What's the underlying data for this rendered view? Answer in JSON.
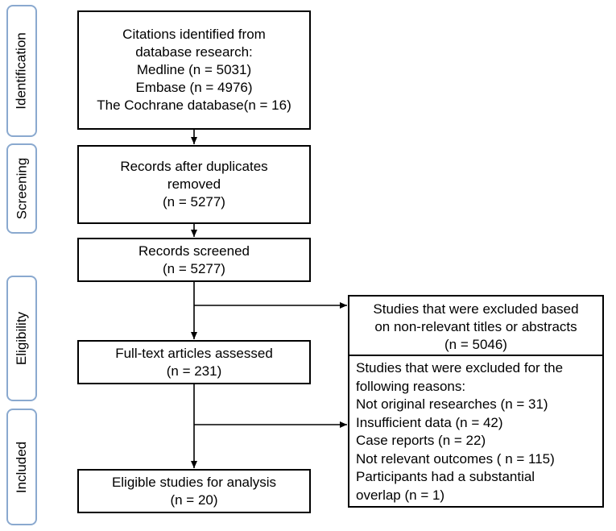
{
  "phases": {
    "identification": "Identification",
    "screening": "Screening",
    "eligibility": "Eligibility",
    "included": "Included"
  },
  "boxes": {
    "identified": {
      "lines": [
        "Citations  identified  from",
        "database research:",
        "Medline (n = 5031)",
        "Embase (n = 4976)",
        "The Cochrane database(n = 16)"
      ]
    },
    "duplicates_removed": {
      "lines": [
        "Records after duplicates",
        "removed",
        "(n = 5277)"
      ]
    },
    "screened": {
      "lines": [
        "Records screened",
        "(n = 5277)"
      ]
    },
    "full_text": {
      "lines": [
        "Full-text articles  assessed",
        "(n = 231)"
      ]
    },
    "eligible": {
      "lines": [
        "Eligible  studies for analysis",
        "(n = 20)"
      ]
    },
    "excluded_titles": {
      "lines": [
        "Studies that were excluded based",
        "on non-relevant titles or abstracts",
        "(n = 5046)"
      ]
    },
    "excluded_reasons": {
      "lines": [
        "Studies that were excluded for the",
        "following reasons:",
        "Not original researches (n = 31)",
        "Insufficient data (n = 42)",
        "Case reports (n = 22)",
        "Not relevant outcomes ( n = 115)",
        "Participants had a substantial",
        "overlap (n = 1)"
      ]
    }
  }
}
